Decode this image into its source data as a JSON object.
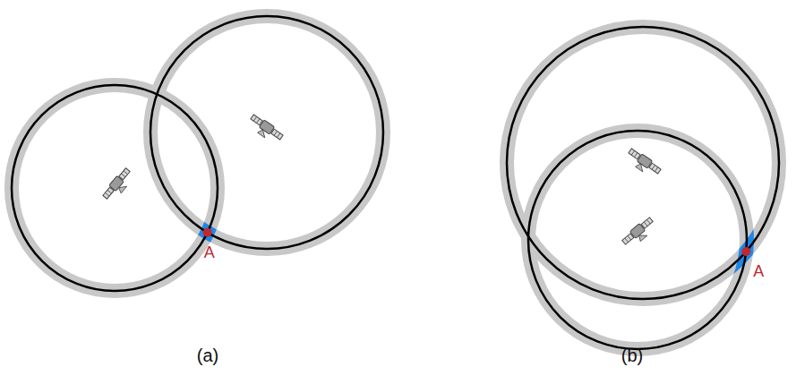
{
  "diagram": {
    "labels": [
      "A",
      "(a)",
      "A",
      "(b)"
    ]
  }
}
